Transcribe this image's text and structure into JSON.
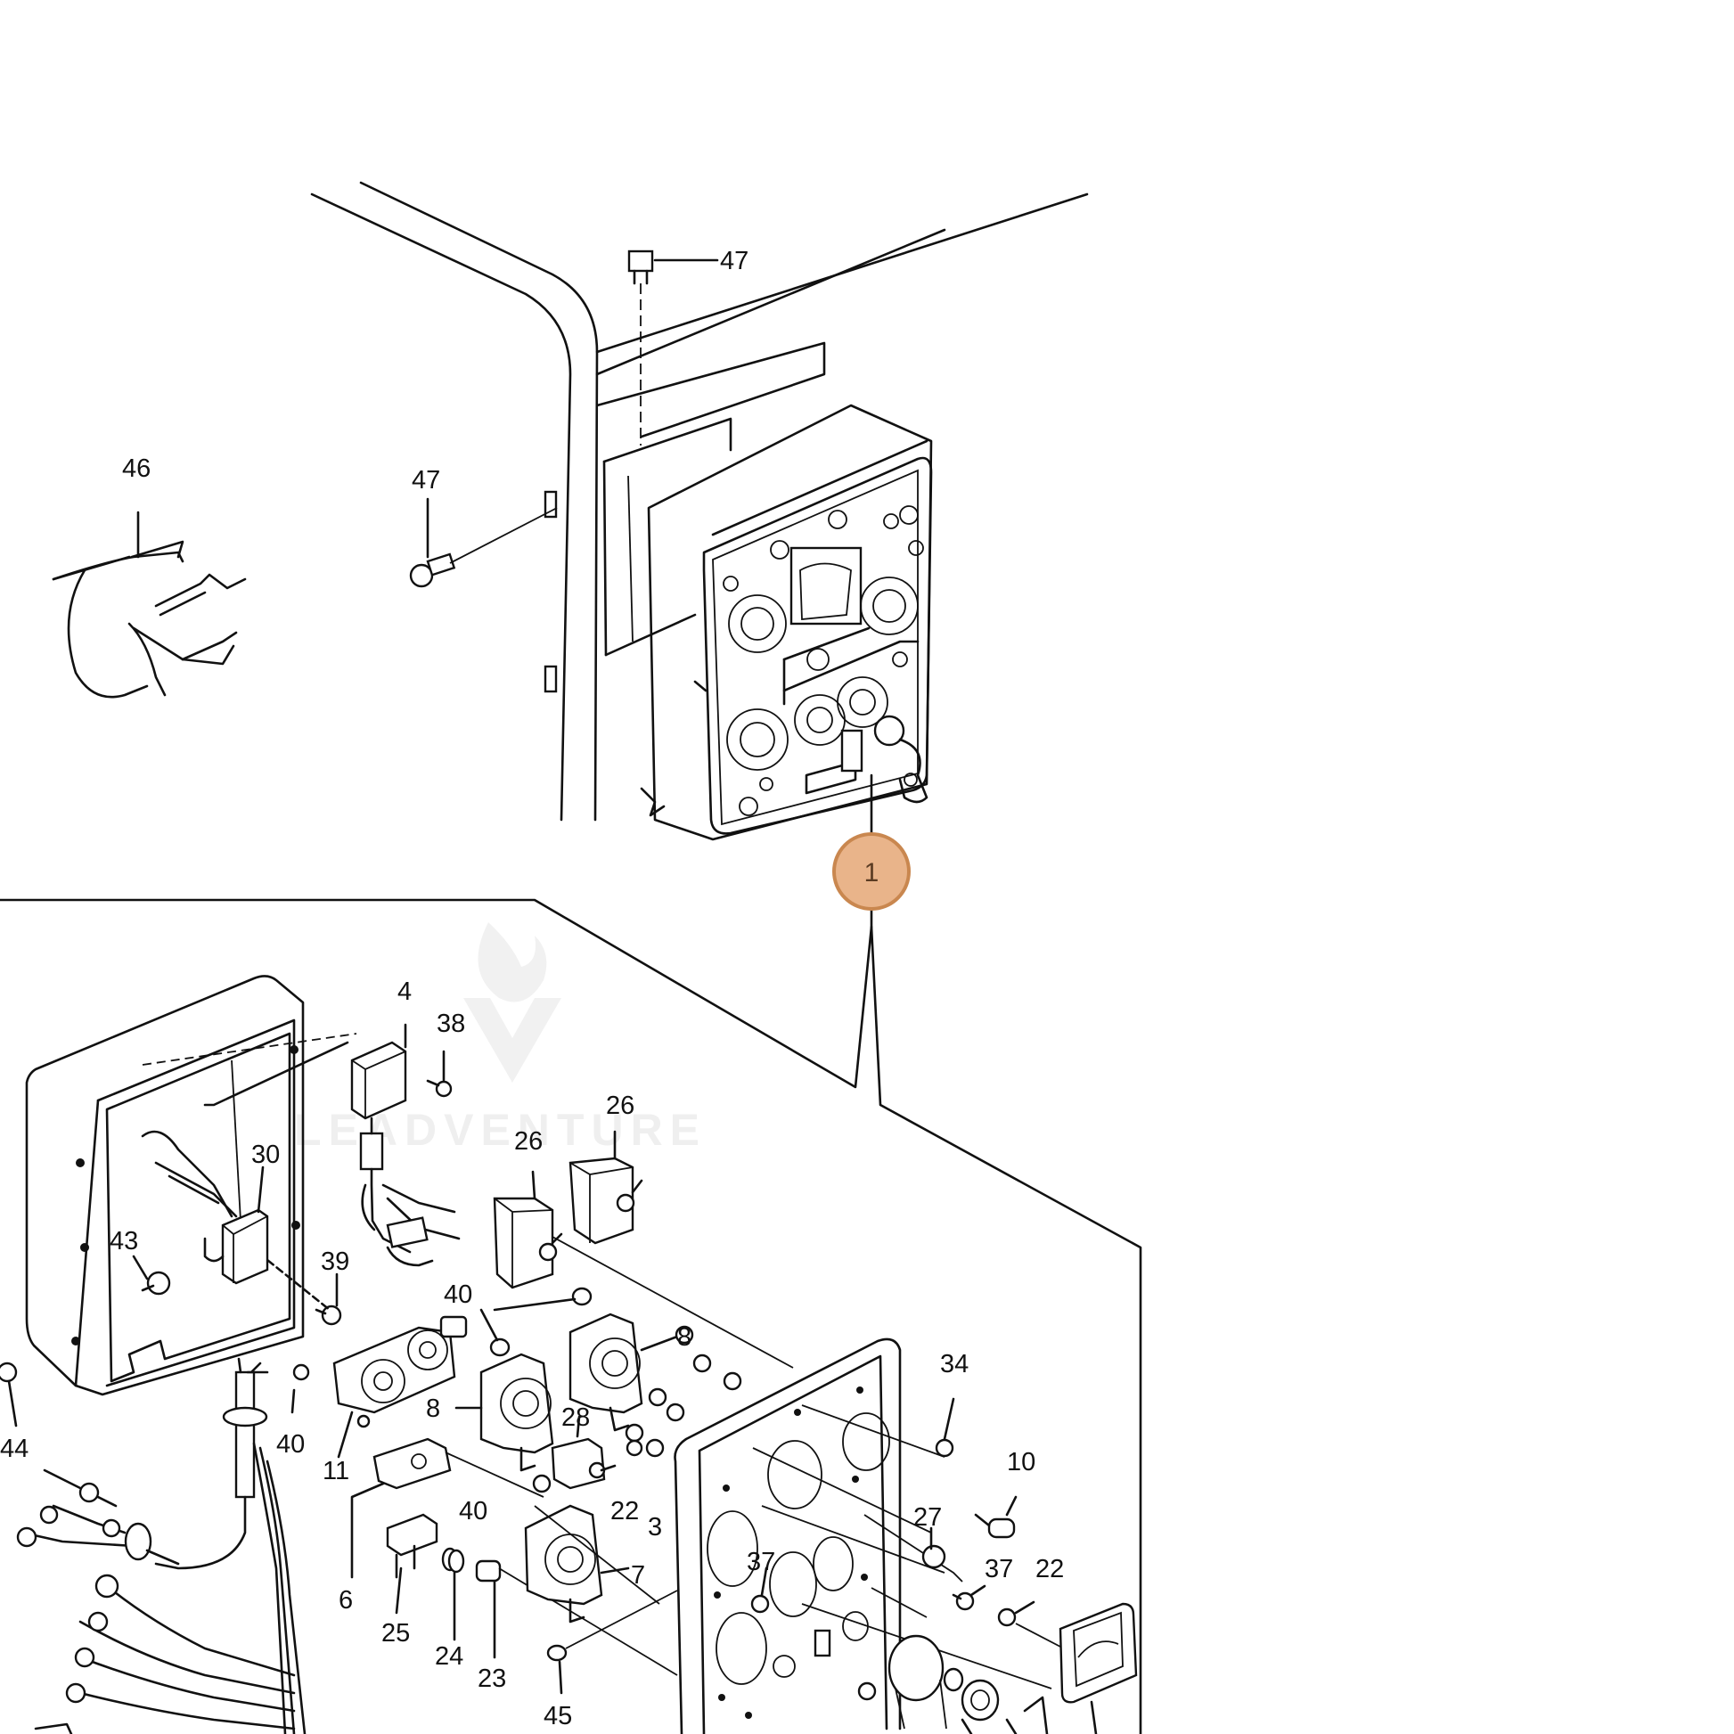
{
  "diagram": {
    "watermark_text": "LEADVENTURE",
    "accent_color": "#E9B48A",
    "accent_stroke": "#C9874F",
    "highlighted_callout": "1",
    "callouts": [
      {
        "id": "c47a",
        "label": "47"
      },
      {
        "id": "c47b",
        "label": "47"
      },
      {
        "id": "c46",
        "label": "46"
      },
      {
        "id": "c1",
        "label": "1"
      },
      {
        "id": "c4",
        "label": "4"
      },
      {
        "id": "c38",
        "label": "38"
      },
      {
        "id": "c26a",
        "label": "26"
      },
      {
        "id": "c26b",
        "label": "26"
      },
      {
        "id": "c30",
        "label": "30"
      },
      {
        "id": "c43",
        "label": "43"
      },
      {
        "id": "c39",
        "label": "39"
      },
      {
        "id": "c40a",
        "label": "40"
      },
      {
        "id": "c8a",
        "label": "8"
      },
      {
        "id": "c8b",
        "label": "8"
      },
      {
        "id": "c28",
        "label": "28"
      },
      {
        "id": "c44",
        "label": "44"
      },
      {
        "id": "c40b",
        "label": "40"
      },
      {
        "id": "c11",
        "label": "11"
      },
      {
        "id": "c40c",
        "label": "40"
      },
      {
        "id": "c22a",
        "label": "22"
      },
      {
        "id": "c3",
        "label": "3"
      },
      {
        "id": "c34",
        "label": "34"
      },
      {
        "id": "c10",
        "label": "10"
      },
      {
        "id": "c27",
        "label": "27"
      },
      {
        "id": "c37a",
        "label": "37"
      },
      {
        "id": "c37b",
        "label": "37"
      },
      {
        "id": "c22b",
        "label": "22"
      },
      {
        "id": "c6",
        "label": "6"
      },
      {
        "id": "c7",
        "label": "7"
      },
      {
        "id": "c25",
        "label": "25"
      },
      {
        "id": "c24",
        "label": "24"
      },
      {
        "id": "c23",
        "label": "23"
      },
      {
        "id": "c45",
        "label": "45"
      }
    ]
  }
}
